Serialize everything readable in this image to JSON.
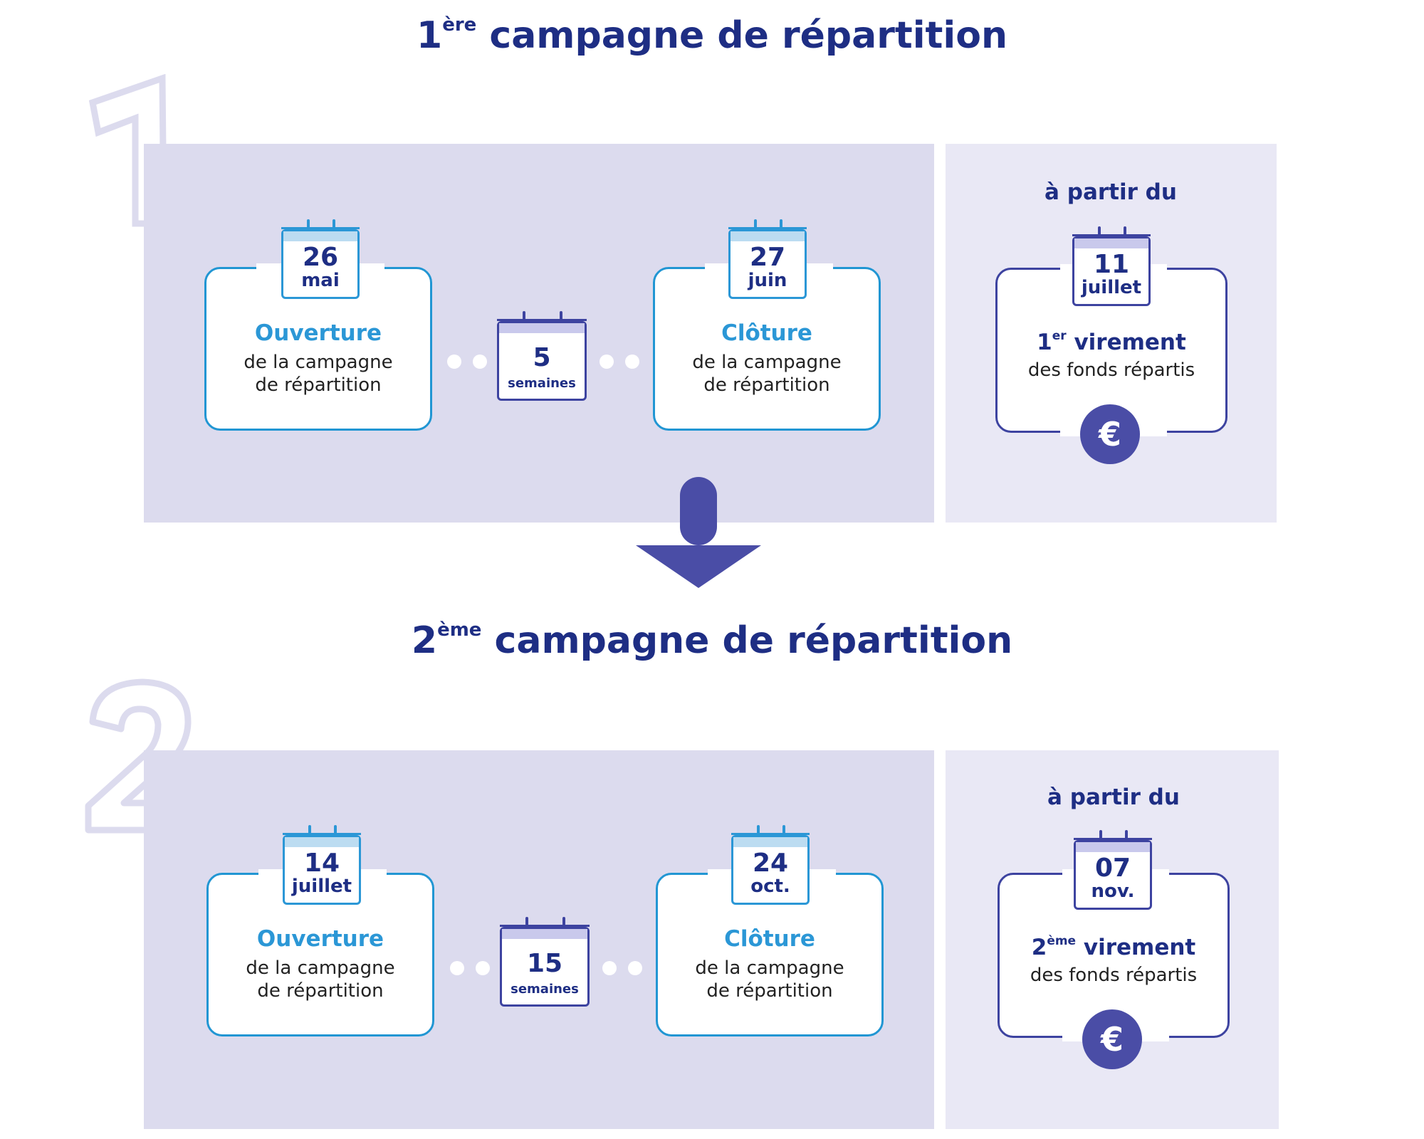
{
  "colors": {
    "navy": "#1e2e84",
    "blue": "#2b97d6",
    "purple": "#3d43a0",
    "panel": "#dcdbee",
    "panel_side": "#e9e8f5"
  },
  "campaigns": [
    {
      "number": "1",
      "title_ordinal": "1",
      "title_suffix": "ère",
      "title_text": "campagne de répartition",
      "opening": {
        "day": "26",
        "month": "mai",
        "heading": "Ouverture",
        "text_1": "de la campagne",
        "text_2": "de répartition"
      },
      "duration": {
        "value": "5",
        "unit": "semaines"
      },
      "closing": {
        "day": "27",
        "month": "juin",
        "heading": "Clôture",
        "text_1": "de la campagne",
        "text_2": "de répartition"
      },
      "payment": {
        "from_label": "à partir du",
        "day": "11",
        "month": "juillet",
        "ordinal": "1",
        "ordinal_suffix": "er",
        "heading": "virement",
        "text": "des fonds répartis",
        "currency_icon": "euro-icon",
        "currency_symbol": "€"
      }
    },
    {
      "number": "2",
      "title_ordinal": "2",
      "title_suffix": "ème",
      "title_text": "campagne de répartition",
      "opening": {
        "day": "14",
        "month": "juillet",
        "heading": "Ouverture",
        "text_1": "de la campagne",
        "text_2": "de répartition"
      },
      "duration": {
        "value": "15",
        "unit": "semaines"
      },
      "closing": {
        "day": "24",
        "month": "oct.",
        "heading": "Clôture",
        "text_1": "de la campagne",
        "text_2": "de répartition"
      },
      "payment": {
        "from_label": "à partir du",
        "day": "07",
        "month": "nov.",
        "ordinal": "2",
        "ordinal_suffix": "ème",
        "heading": "virement",
        "text": "des fonds répartis",
        "currency_icon": "euro-icon",
        "currency_symbol": "€"
      }
    }
  ]
}
